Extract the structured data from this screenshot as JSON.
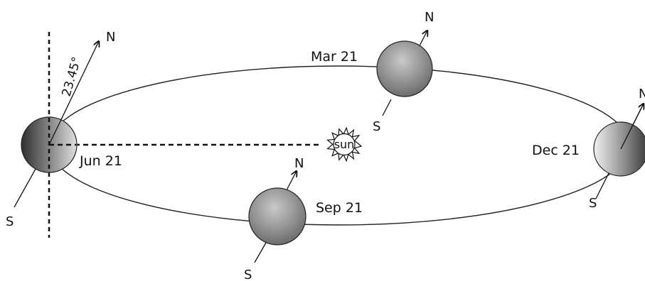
{
  "diagram": {
    "angle_label": "23.45°",
    "sun_label": "sun",
    "dates": {
      "jun": "Jun 21",
      "mar": "Mar 21",
      "sep": "Sep 21",
      "dec": "Dec 21"
    },
    "pole_labels": {
      "north": "N",
      "south": "S"
    }
  }
}
